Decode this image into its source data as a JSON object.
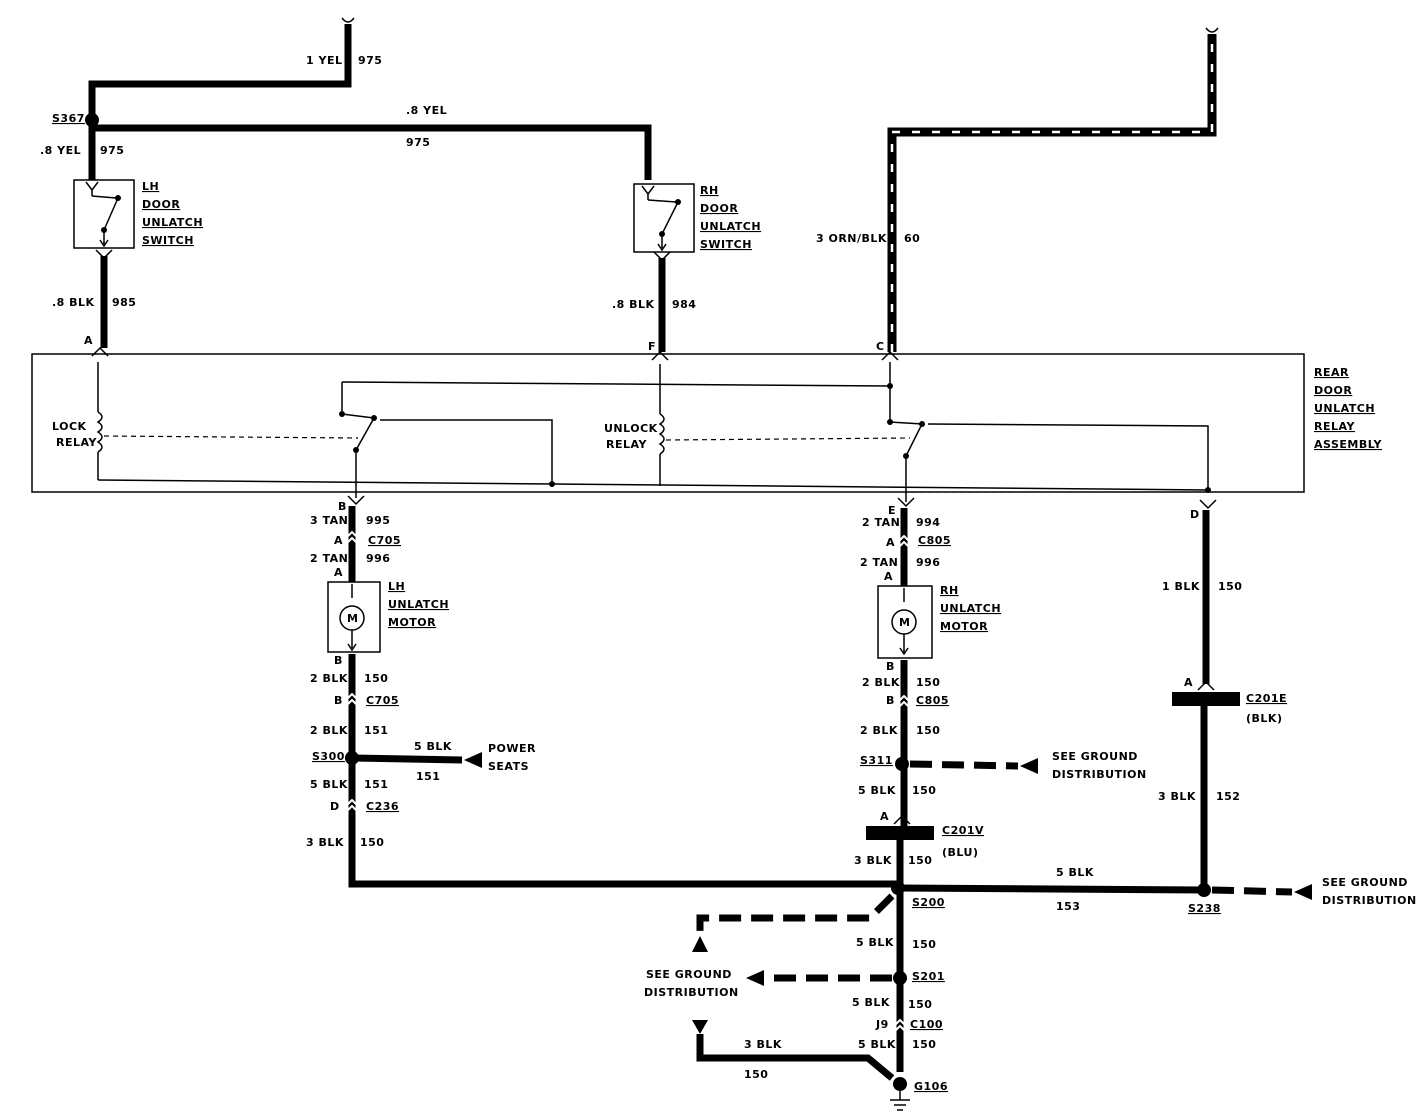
{
  "components": {
    "lh_switch": [
      "LH",
      "DOOR",
      "UNLATCH",
      "SWITCH"
    ],
    "rh_switch": [
      "RH",
      "DOOR",
      "UNLATCH",
      "SWITCH"
    ],
    "relay_assembly": [
      "REAR",
      "DOOR",
      "UNLATCH",
      "RELAY",
      "ASSEMBLY"
    ],
    "lock_relay": [
      "LOCK",
      "RELAY"
    ],
    "unlock_relay": [
      "UNLOCK",
      "RELAY"
    ],
    "lh_motor": [
      "LH",
      "UNLATCH",
      "MOTOR"
    ],
    "rh_motor": [
      "RH",
      "UNLATCH",
      "MOTOR"
    ],
    "motor_symbol": "M",
    "power_seats": [
      "POWER",
      "SEATS"
    ],
    "see_ground": [
      "SEE GROUND",
      "DISTRIBUTION"
    ]
  },
  "wires": {
    "top_feed": {
      "size": "1 YEL",
      "circuit": "975"
    },
    "rh_feed": {
      "size": ".8 YEL",
      "circuit": "975"
    },
    "lh_feed": {
      "size": ".8 YEL",
      "circuit": "975"
    },
    "lh_out": {
      "size": ".8 BLK",
      "circuit": "985"
    },
    "rh_out": {
      "size": ".8 BLK",
      "circuit": "984"
    },
    "orn": {
      "size": "3 ORN/BLK",
      "circuit": "60"
    },
    "lh_b1": {
      "size": "3 TAN",
      "circuit": "995"
    },
    "lh_b2": {
      "size": "2 TAN",
      "circuit": "996"
    },
    "lh_m1": {
      "size": "2 BLK",
      "circuit": "150"
    },
    "lh_m2": {
      "size": "2 BLK",
      "circuit": "151"
    },
    "lh_ps": {
      "size": "5 BLK",
      "circuit": "151"
    },
    "lh_s1": {
      "size": "5 BLK",
      "circuit": "151"
    },
    "lh_s2": {
      "size": "3 BLK",
      "circuit": "150"
    },
    "rh_e1": {
      "size": "2 TAN",
      "circuit": "994"
    },
    "rh_e2": {
      "size": "2 TAN",
      "circuit": "996"
    },
    "rh_m1": {
      "size": "2 BLK",
      "circuit": "150"
    },
    "rh_m2": {
      "size": "2 BLK",
      "circuit": "150"
    },
    "rh_s1": {
      "size": "5 BLK",
      "circuit": "150"
    },
    "rh_s2": {
      "size": "3 BLK",
      "circuit": "150"
    },
    "d1": {
      "size": "1 BLK",
      "circuit": "150"
    },
    "d2": {
      "size": "3 BLK",
      "circuit": "152"
    },
    "bus": {
      "size": "5 BLK",
      "circuit": "153"
    },
    "s200_down": {
      "size": "5 BLK",
      "circuit": "150"
    },
    "s201_down": {
      "size": "5 BLK",
      "circuit": "150"
    },
    "c100_down": {
      "size": "5 BLK",
      "circuit": "150"
    },
    "g_left": {
      "size": "3 BLK",
      "circuit": "150"
    }
  },
  "splices": {
    "s367": "S367",
    "s300": "S300",
    "s311": "S311",
    "s200": "S200",
    "s201": "S201",
    "s238": "S238",
    "g106": "G106"
  },
  "connectors": {
    "c705": "C705",
    "c236": "C236",
    "c805": "C805",
    "c201e": "C201E",
    "c201e_color": "(BLK)",
    "c201v": "C201V",
    "c201v_color": "(BLU)",
    "c100": "C100"
  },
  "pins": {
    "a": "A",
    "b": "B",
    "c": "C",
    "d": "D",
    "e": "E",
    "f": "F",
    "j9": "J9"
  }
}
